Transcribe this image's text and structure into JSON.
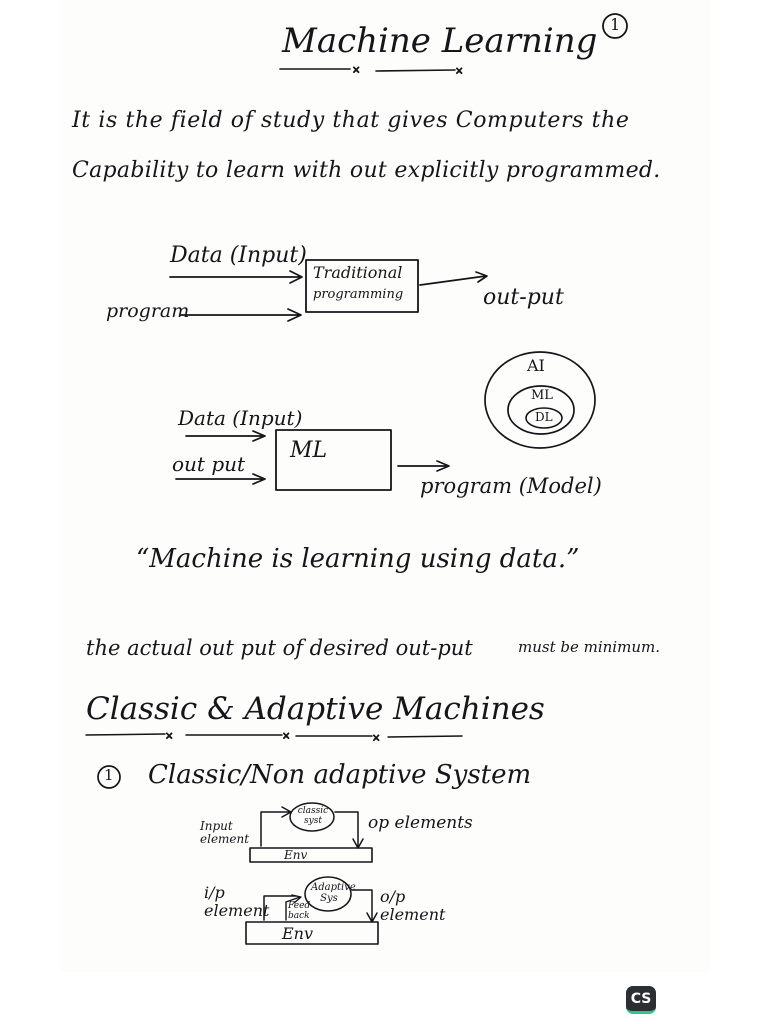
{
  "title": "Machine Learning",
  "page_number": "1",
  "definition": {
    "line1": "It is the field of study that gives Computers the",
    "line2": "Capability to learn with out explicitly programmed."
  },
  "traditional_diagram": {
    "data_label": "Data (Input)",
    "program_label": "program",
    "box_line1": "Traditional",
    "box_line2": "programming",
    "output_label": "out-put"
  },
  "ml_diagram": {
    "data_label": "Data (Input)",
    "output_label": "out put",
    "box_label": "ML",
    "result_label": "program (Model)"
  },
  "venn": {
    "outer": "AI",
    "middle": "ML",
    "inner": "DL"
  },
  "quote": "“Machine is learning using data.”",
  "note_line": {
    "main": "the actual out put of desired out-put",
    "tail": "must be minimum."
  },
  "section": {
    "heading": "Classic & Adaptive Machines",
    "item_number": "1",
    "item_title": "Classic/Non adaptive System"
  },
  "classic_diagram": {
    "input_label": "Input element",
    "system_label": "classic syst",
    "output_label": "op elements",
    "env_label": "Env"
  },
  "adaptive_diagram": {
    "input_label": "i/p element",
    "system_label": "Adaptive Sys",
    "feedback_label": "Feed back",
    "output_label": "o/p element",
    "env_label": "Env"
  },
  "scanner_badge": "CS"
}
